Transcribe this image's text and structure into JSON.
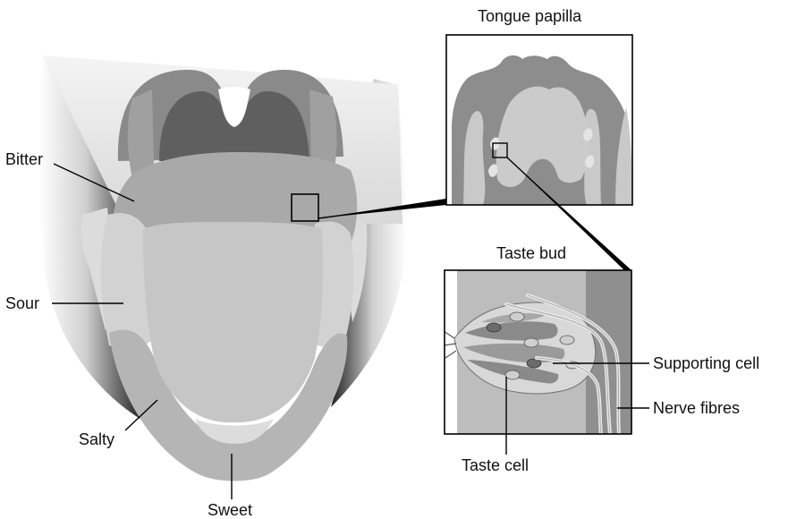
{
  "labels": {
    "bitter": "Bitter",
    "sour": "Sour",
    "salty": "Salty",
    "sweet": "Sweet",
    "tongue_papilla": "Tongue papilla",
    "taste_bud": "Taste bud",
    "supporting_cell": "Supporting cell",
    "nerve_fibres": "Nerve fibres",
    "taste_cell": "Taste cell"
  },
  "colors": {
    "throat_dark": "#6f6f6f",
    "throat_mid": "#8a8a8a",
    "tongue_back": "#a9a9a9",
    "tongue_front": "#c4c4c4",
    "tongue_edge": "#b4b4b4",
    "tongue_light": "#d6d6d6",
    "cheek_light": "#e2e2e2",
    "papilla_dark": "#8c8c8c",
    "papilla_light": "#c9c9c9",
    "bud_bg": "#bdbdbd",
    "bud_band": "#8f8f8f"
  }
}
